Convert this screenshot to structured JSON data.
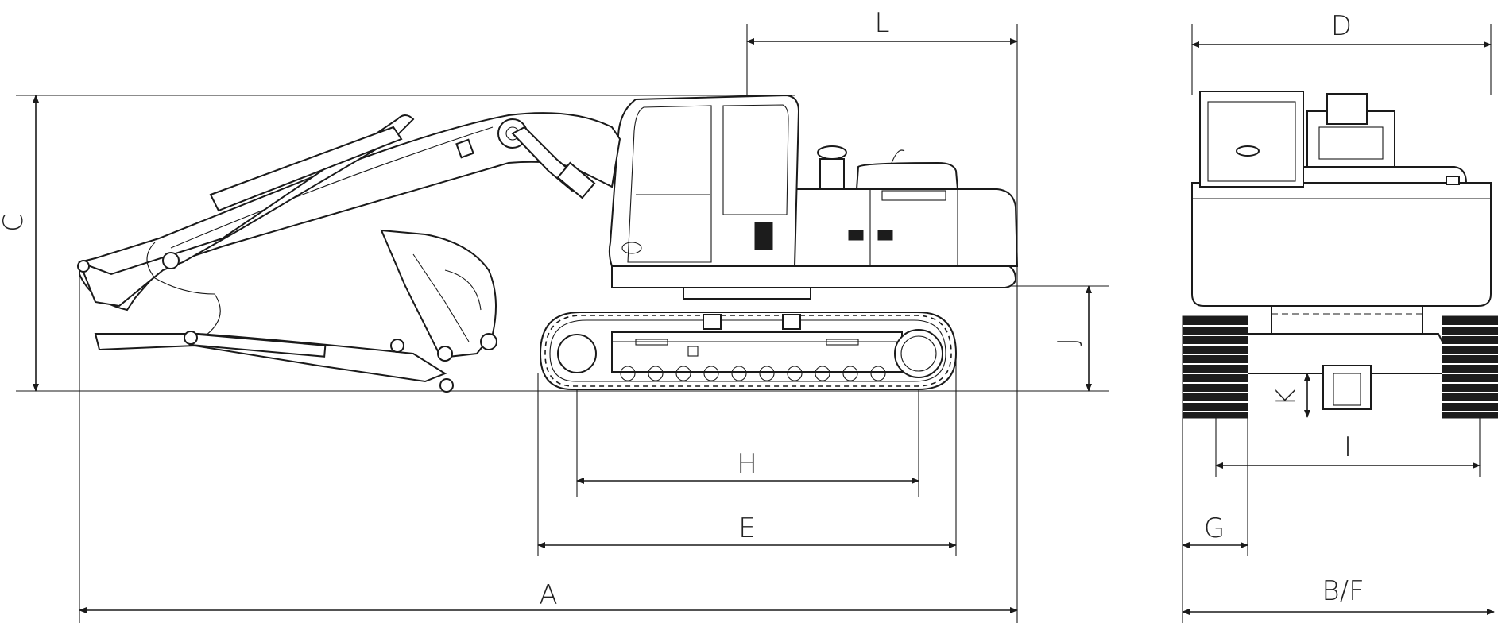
{
  "dimension_labels": {
    "A": "A",
    "B_F": "B/F",
    "C": "C",
    "D": "D",
    "E": "E",
    "G": "G",
    "H": "H",
    "I": "I",
    "J": "J",
    "K": "K",
    "L": "L"
  }
}
